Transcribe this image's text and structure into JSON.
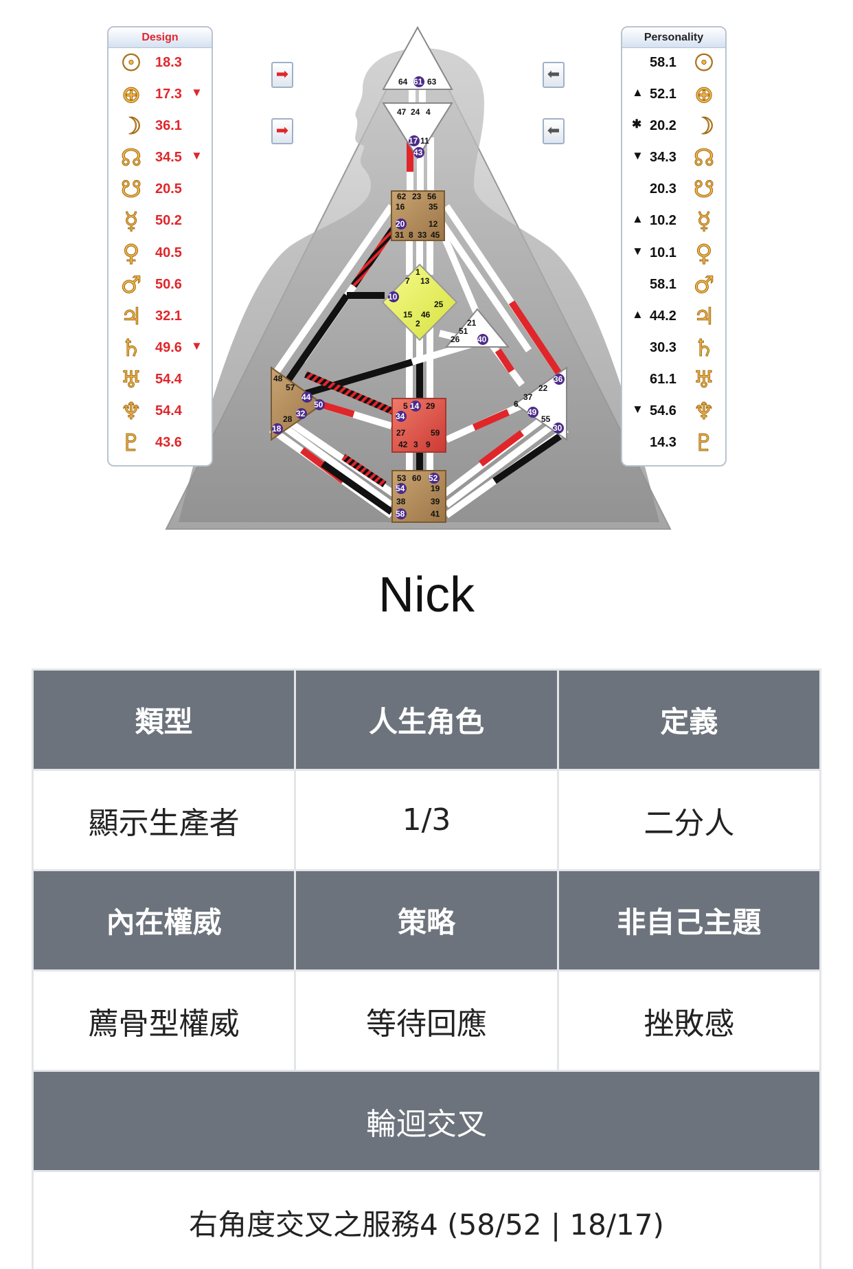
{
  "design_panel": {
    "title": "Design",
    "rows": [
      {
        "icon": "sun-icon",
        "symbol": "☉",
        "value": "18.3",
        "mark": ""
      },
      {
        "icon": "earth-icon",
        "symbol": "⊕",
        "value": "17.3",
        "mark": "▼"
      },
      {
        "icon": "moon-icon",
        "symbol": "☽",
        "value": "36.1",
        "mark": ""
      },
      {
        "icon": "north-node-icon",
        "symbol": "☊",
        "value": "34.5",
        "mark": "▼"
      },
      {
        "icon": "south-node-icon",
        "symbol": "☋",
        "value": "20.5",
        "mark": ""
      },
      {
        "icon": "mercury-icon",
        "symbol": "☿",
        "value": "50.2",
        "mark": ""
      },
      {
        "icon": "venus-icon",
        "symbol": "♀",
        "value": "40.5",
        "mark": ""
      },
      {
        "icon": "mars-icon",
        "symbol": "♂",
        "value": "50.6",
        "mark": ""
      },
      {
        "icon": "jupiter-icon",
        "symbol": "♃",
        "value": "32.1",
        "mark": ""
      },
      {
        "icon": "saturn-icon",
        "symbol": "♄",
        "value": "49.6",
        "mark": "▼"
      },
      {
        "icon": "uranus-icon",
        "symbol": "♅",
        "value": "54.4",
        "mark": ""
      },
      {
        "icon": "neptune-icon",
        "symbol": "♆",
        "value": "54.4",
        "mark": ""
      },
      {
        "icon": "pluto-icon",
        "symbol": "♇",
        "value": "43.6",
        "mark": ""
      }
    ]
  },
  "personality_panel": {
    "title": "Personality",
    "rows": [
      {
        "icon": "sun-icon",
        "symbol": "☉",
        "value": "58.1",
        "mark": ""
      },
      {
        "icon": "earth-icon",
        "symbol": "⊕",
        "value": "52.1",
        "mark": "▲"
      },
      {
        "icon": "moon-icon",
        "symbol": "☽",
        "value": "20.2",
        "mark": "✱"
      },
      {
        "icon": "north-node-icon",
        "symbol": "☊",
        "value": "34.3",
        "mark": "▼"
      },
      {
        "icon": "south-node-icon",
        "symbol": "☋",
        "value": "20.3",
        "mark": ""
      },
      {
        "icon": "mercury-icon",
        "symbol": "☿",
        "value": "10.2",
        "mark": "▲"
      },
      {
        "icon": "venus-icon",
        "symbol": "♀",
        "value": "10.1",
        "mark": "▼"
      },
      {
        "icon": "mars-icon",
        "symbol": "♂",
        "value": "58.1",
        "mark": ""
      },
      {
        "icon": "jupiter-icon",
        "symbol": "♃",
        "value": "44.2",
        "mark": "▲"
      },
      {
        "icon": "saturn-icon",
        "symbol": "♄",
        "value": "30.3",
        "mark": ""
      },
      {
        "icon": "uranus-icon",
        "symbol": "♅",
        "value": "61.1",
        "mark": ""
      },
      {
        "icon": "neptune-icon",
        "symbol": "♆",
        "value": "54.6",
        "mark": "▼"
      },
      {
        "icon": "pluto-icon",
        "symbol": "♇",
        "value": "14.3",
        "mark": ""
      }
    ]
  },
  "nav_buttons": {
    "left_top": "➡",
    "left_bottom": "➡",
    "right_top": "⬅",
    "right_bottom": "⬅"
  },
  "bodygraph": {
    "head_gates": [
      "64",
      "61",
      "63"
    ],
    "ajna_gates_top": [
      "47",
      "24",
      "4"
    ],
    "ajna_gates_bottom": [
      "17",
      "11",
      "43"
    ],
    "throat_gates": [
      "62",
      "23",
      "56",
      "16",
      "35",
      "20",
      "12",
      "31",
      "8",
      "33",
      "45"
    ],
    "g_gates": [
      "1",
      "7",
      "13",
      "10",
      "25",
      "15",
      "46",
      "2"
    ],
    "ego_gates": [
      "21",
      "51",
      "26",
      "40"
    ],
    "spleen_gates": [
      "48",
      "57",
      "44",
      "50",
      "32",
      "28",
      "18"
    ],
    "solar_plexus_gates": [
      "36",
      "22",
      "37",
      "6",
      "49",
      "55",
      "30"
    ],
    "sacral_gates": [
      "5",
      "14",
      "29",
      "34",
      "27",
      "59",
      "42",
      "3",
      "9"
    ],
    "root_gates": [
      "53",
      "60",
      "52",
      "54",
      "19",
      "38",
      "39",
      "58",
      "41"
    ]
  },
  "person_name": "Nick",
  "info": {
    "type_label": "類型",
    "profile_label": "人生角色",
    "definition_label": "定義",
    "type_value": "顯示生產者",
    "profile_value": "1/3",
    "definition_value": "二分人",
    "authority_label": "內在權威",
    "strategy_label": "策略",
    "not_self_label": "非自己主題",
    "authority_value": "薦骨型權威",
    "strategy_value": "等待回應",
    "not_self_value": "挫敗感",
    "cross_label": "輪迴交叉",
    "cross_value": "右角度交叉之服務4 (58/52 | 18/17)"
  },
  "colors": {
    "design_red": "#e0262a",
    "header_gray": "#6c737c",
    "center_tan": "#b08a5a",
    "g_center_yellow": "#e8f060",
    "sacral_red": "#e0504a",
    "gate_purple": "#4b2a8a"
  }
}
